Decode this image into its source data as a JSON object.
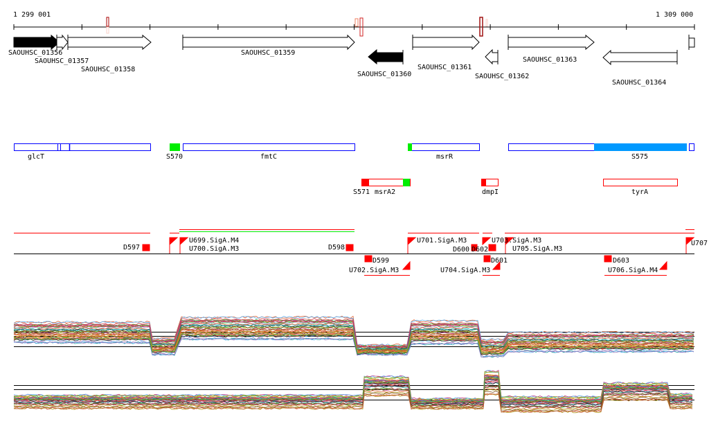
{
  "ruler": {
    "start_label": "1 299 001",
    "end_label": "1 309 000"
  },
  "genes": [
    {
      "id": "SAOUHSC_01356",
      "strand": "+",
      "filled": true
    },
    {
      "id": "SAOUHSC_01357",
      "strand": "+",
      "filled": false
    },
    {
      "id": "SAOUHSC_01358",
      "strand": "+",
      "filled": false
    },
    {
      "id": "SAOUHSC_01359",
      "strand": "+",
      "filled": false
    },
    {
      "id": "SAOUHSC_01360",
      "strand": "-",
      "filled": true
    },
    {
      "id": "SAOUHSC_01361",
      "strand": "+",
      "filled": false
    },
    {
      "id": "SAOUHSC_01362",
      "strand": "-",
      "filled": false
    },
    {
      "id": "SAOUHSC_01363",
      "strand": "+",
      "filled": false
    },
    {
      "id": "SAOUHSC_01364",
      "strand": "-",
      "filled": false
    }
  ],
  "features_plus": [
    "glcT",
    "S570",
    "fmtC",
    "msrR",
    "S575"
  ],
  "features_minus": [
    "S571",
    "msrA2",
    "dmpI",
    "tyrA"
  ],
  "segments_top": [
    "D597",
    "U699.SigA.M4",
    "U700.SigA.M3",
    "D598",
    "U701.SigA.M3",
    "D600",
    "D602",
    "U703.SigA.M3",
    "U705.SigA.M3",
    "U707"
  ],
  "segments_bottom": [
    "D599",
    "U702.SigA.M3",
    "U704.SigA.M3",
    "D601",
    "D603",
    "U706.SigA.M4"
  ],
  "colors": {
    "plus": "#0000ff",
    "minus": "#ff0000",
    "green": "#00ee00",
    "blue_fill": "#0099ff"
  }
}
